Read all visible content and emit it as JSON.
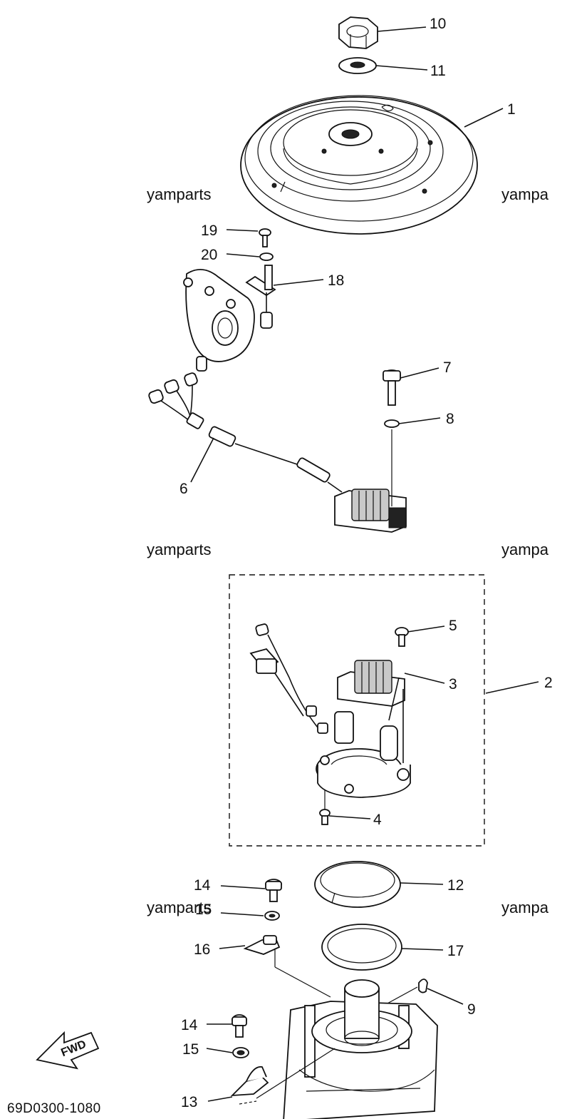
{
  "diagram_code": "69D0300-1080",
  "watermark": "yamparts",
  "watermark_cut": "yampa",
  "fwd_arrow_label": "FWD",
  "part_labels": {
    "p1": "1",
    "p2": "2",
    "p3": "3",
    "p4": "4",
    "p5": "5",
    "p6": "6",
    "p7": "7",
    "p8": "8",
    "p9": "9",
    "p10": "10",
    "p11": "11",
    "p12": "12",
    "p13": "13",
    "p14a": "14",
    "p14b": "14",
    "p15a": "15",
    "p15b": "15",
    "p16": "16",
    "p17": "17",
    "p18": "18",
    "p19": "19",
    "p20": "20"
  }
}
